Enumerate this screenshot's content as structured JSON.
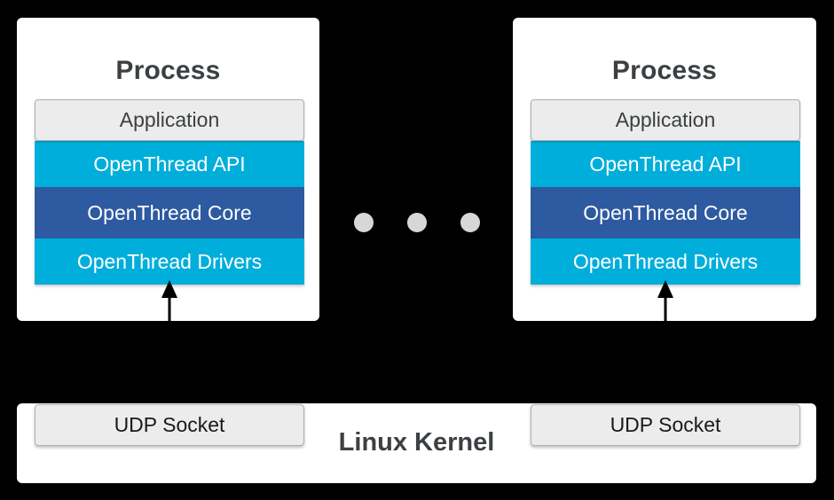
{
  "diagram": {
    "background_color": "#000000",
    "processes": [
      {
        "title": "Process",
        "layers": [
          {
            "label": "Application",
            "color": "#ececec"
          },
          {
            "label": "OpenThread API",
            "color": "#00aedb"
          },
          {
            "label": "OpenThread Core",
            "color": "#2d5aa0"
          },
          {
            "label": "OpenThread Drivers",
            "color": "#00aedb"
          }
        ]
      },
      {
        "title": "Process",
        "layers": [
          {
            "label": "Application",
            "color": "#ececec"
          },
          {
            "label": "OpenThread API",
            "color": "#00aedb"
          },
          {
            "label": "OpenThread Core",
            "color": "#2d5aa0"
          },
          {
            "label": "OpenThread Drivers",
            "color": "#00aedb"
          }
        ]
      }
    ],
    "ellipsis": {
      "dot_count": 3,
      "dot_color": "#d7d7d7"
    },
    "kernel": {
      "label": "Linux Kernel",
      "sockets": [
        {
          "label": "UDP Socket"
        },
        {
          "label": "UDP Socket"
        }
      ]
    },
    "arrows": [
      {
        "direction": "up",
        "from": "UDP Socket",
        "to": "OpenThread Drivers",
        "color": "#000000"
      },
      {
        "direction": "up",
        "from": "UDP Socket",
        "to": "OpenThread Drivers",
        "color": "#000000"
      }
    ],
    "colors": {
      "panel": "#ffffff",
      "text_dark": "#3c4043",
      "text_light": "#ffffff",
      "box_gray": "#ececec",
      "box_gray_border": "#b0b0b0",
      "cyan": "#00aedb",
      "dark_blue": "#2d5aa0"
    }
  }
}
